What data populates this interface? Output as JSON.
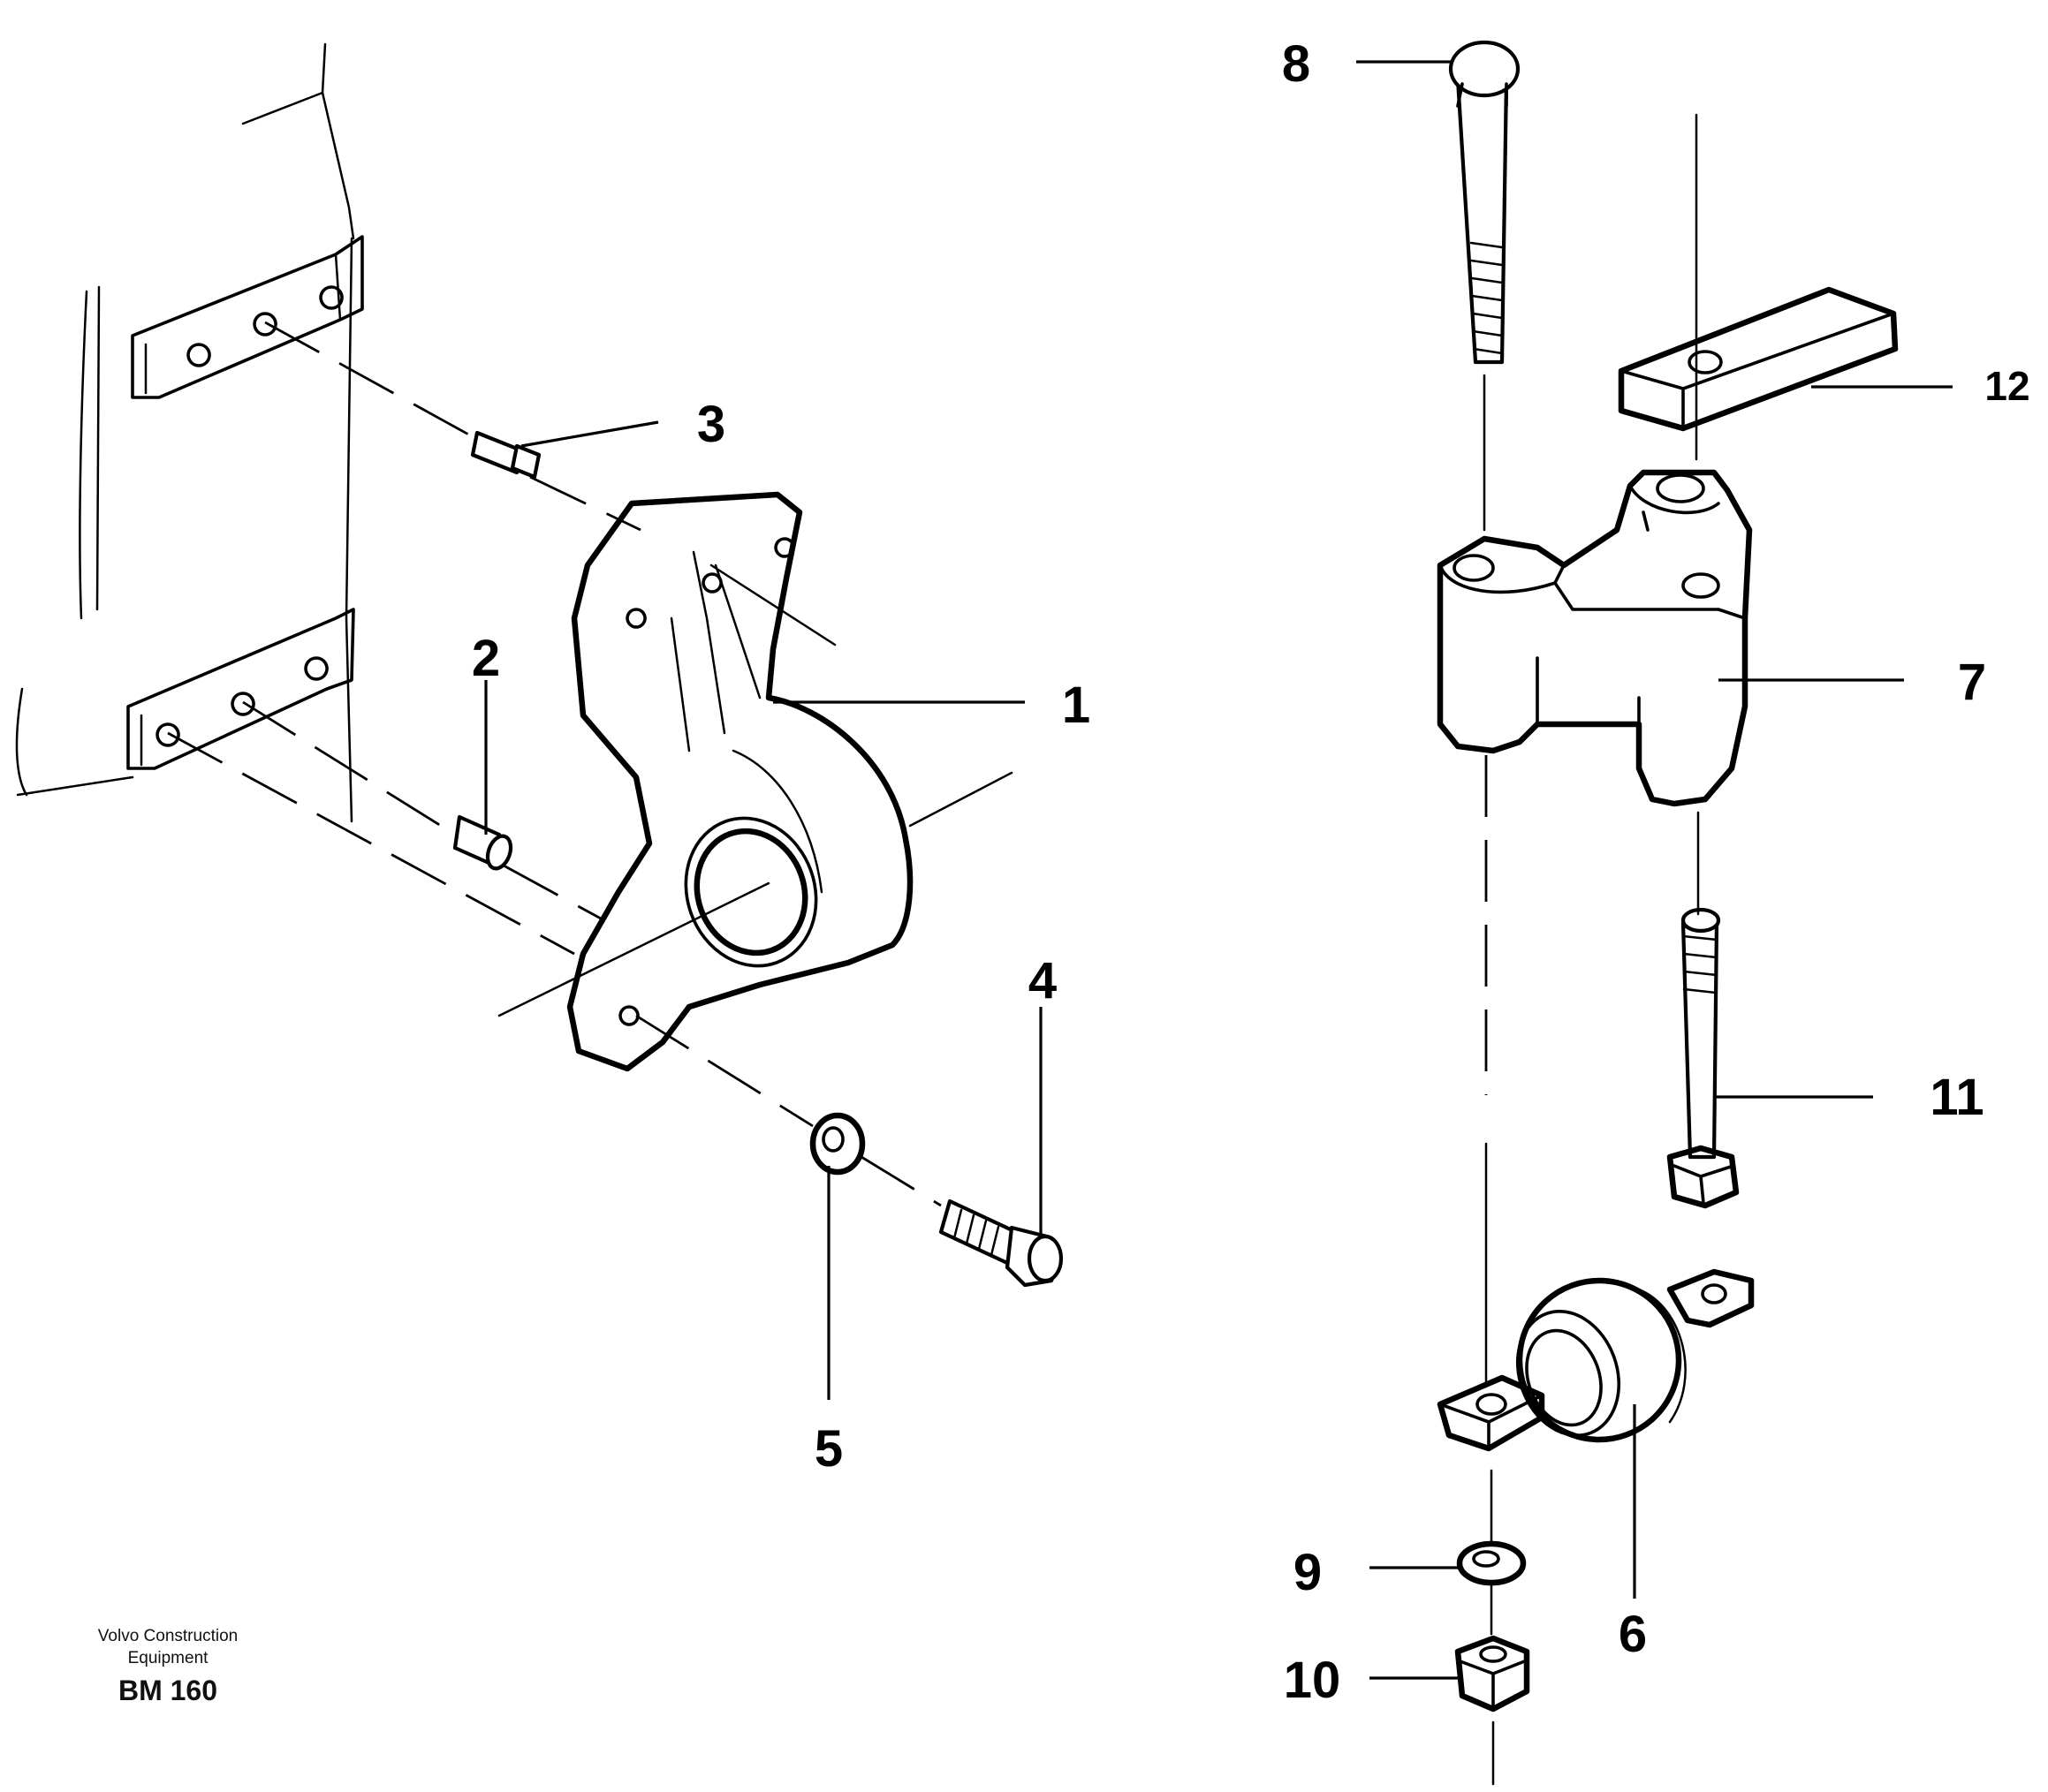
{
  "callouts": [
    "1",
    "2",
    "3",
    "4",
    "5",
    "6",
    "7",
    "8",
    "9",
    "10",
    "11",
    "12"
  ],
  "footer": {
    "maker_line1": "Volvo Construction",
    "maker_line2": "Equipment",
    "model": "BM 160"
  }
}
